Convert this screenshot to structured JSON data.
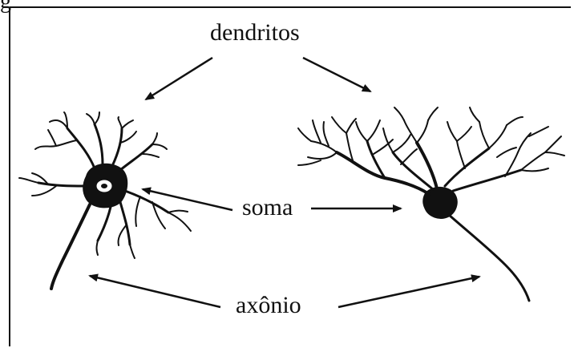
{
  "labels": {
    "corner": "g",
    "dendrites": "dendritos",
    "soma": "soma",
    "axon": "axônio"
  },
  "colors": {
    "ink": "#111111",
    "background": "#ffffff"
  }
}
